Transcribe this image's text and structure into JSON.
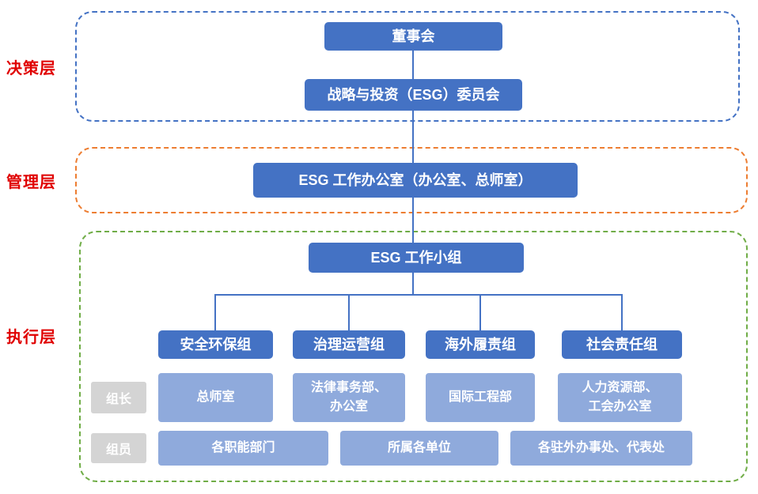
{
  "colors": {
    "primary_blue": "#4472c4",
    "light_blue": "#8faadc",
    "gray_tag": "#d4d4d4",
    "label_red": "#e00000",
    "frame_blue": "#4472c4",
    "frame_orange": "#ed7d31",
    "frame_green": "#70ad47"
  },
  "layers": {
    "decision": {
      "label": "决策层",
      "board": "董事会",
      "committee": "战略与投资（ESG）委员会"
    },
    "management": {
      "label": "管理层",
      "office": "ESG 工作办公室（办公室、总师室）"
    },
    "execution": {
      "label": "执行层",
      "workgroup": "ESG 工作小组",
      "row_labels": {
        "leader": "组长",
        "member": "组员"
      },
      "groups": [
        {
          "name": "安全环保组",
          "leader": "总师室"
        },
        {
          "name": "治理运营组",
          "leader": "法律事务部、\n办公室"
        },
        {
          "name": "海外履责组",
          "leader": "国际工程部"
        },
        {
          "name": "社会责任组",
          "leader": "人力资源部、\n工会办公室"
        }
      ],
      "members": [
        "各职能部门",
        "所属各单位",
        "各驻外办事处、代表处"
      ]
    }
  }
}
